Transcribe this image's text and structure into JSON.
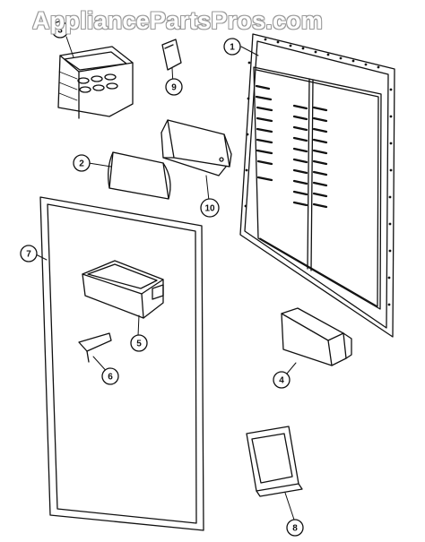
{
  "watermark": "AppliancePartsPros.com",
  "callouts": {
    "c1": "1",
    "c2": "2",
    "c3": "3",
    "c4": "4",
    "c5": "5",
    "c6": "6",
    "c7": "7",
    "c8": "8",
    "c9": "9",
    "c10": "10"
  },
  "colors": {
    "line": "#111111",
    "background": "#ffffff",
    "watermark_outline": "#9a9a9a"
  }
}
